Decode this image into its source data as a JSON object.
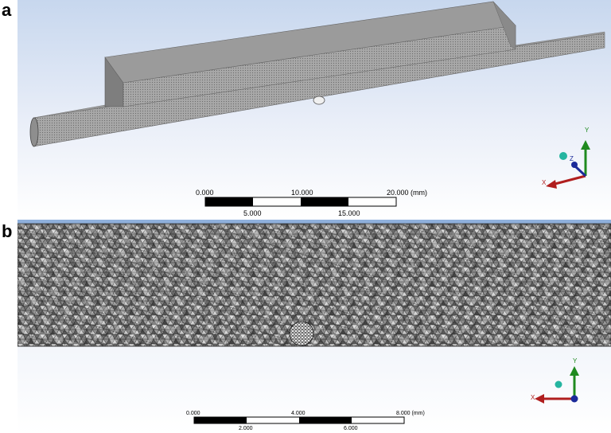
{
  "panels": [
    {
      "label": "a"
    },
    {
      "label": "b"
    }
  ],
  "scale_a": {
    "top_labels": [
      "0.000",
      "10.000",
      "20.000 (mm)"
    ],
    "bottom_labels": [
      "5.000",
      "15.000"
    ]
  },
  "scale_b": {
    "top_labels": [
      "0.000",
      "4.000",
      "8.000 (mm)"
    ],
    "bottom_labels": [
      "2.000",
      "6.000"
    ]
  },
  "triad_a": {
    "x": "X",
    "y": "Y",
    "z": "Z"
  },
  "triad_b": {
    "x": "X",
    "y": "Y"
  },
  "colors": {
    "geometry_face": "#a9a9a9",
    "geometry_top": "#9a9a9a",
    "mesh_bg": "#5f5f5f",
    "x_axis": "#b01e1e",
    "y_axis": "#1f8a1f",
    "z_axis": "#1b2a9a",
    "iso_ball": "#25b5a0"
  }
}
